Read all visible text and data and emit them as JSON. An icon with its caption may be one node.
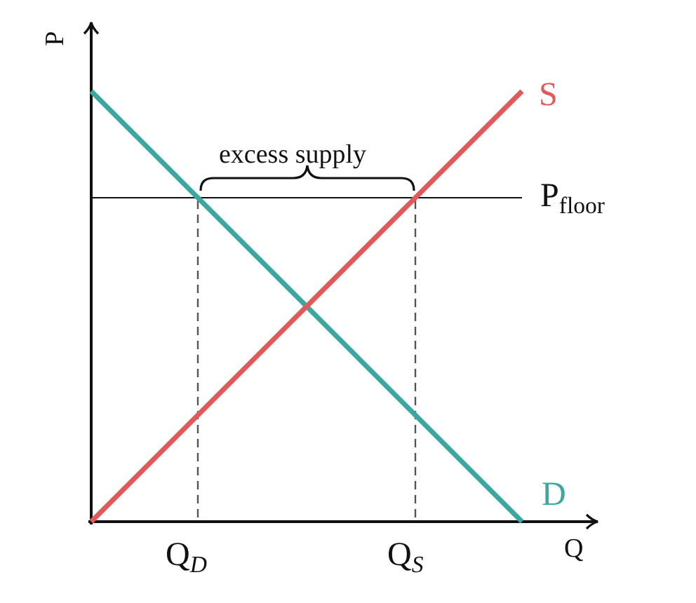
{
  "diagram": {
    "labels": [
      "P",
      "S",
      "excess supply",
      "P$_{floor}$",
      "D",
      "Q$_{D}$",
      "Q$_{S}$",
      "Q"
    ]
  }
}
